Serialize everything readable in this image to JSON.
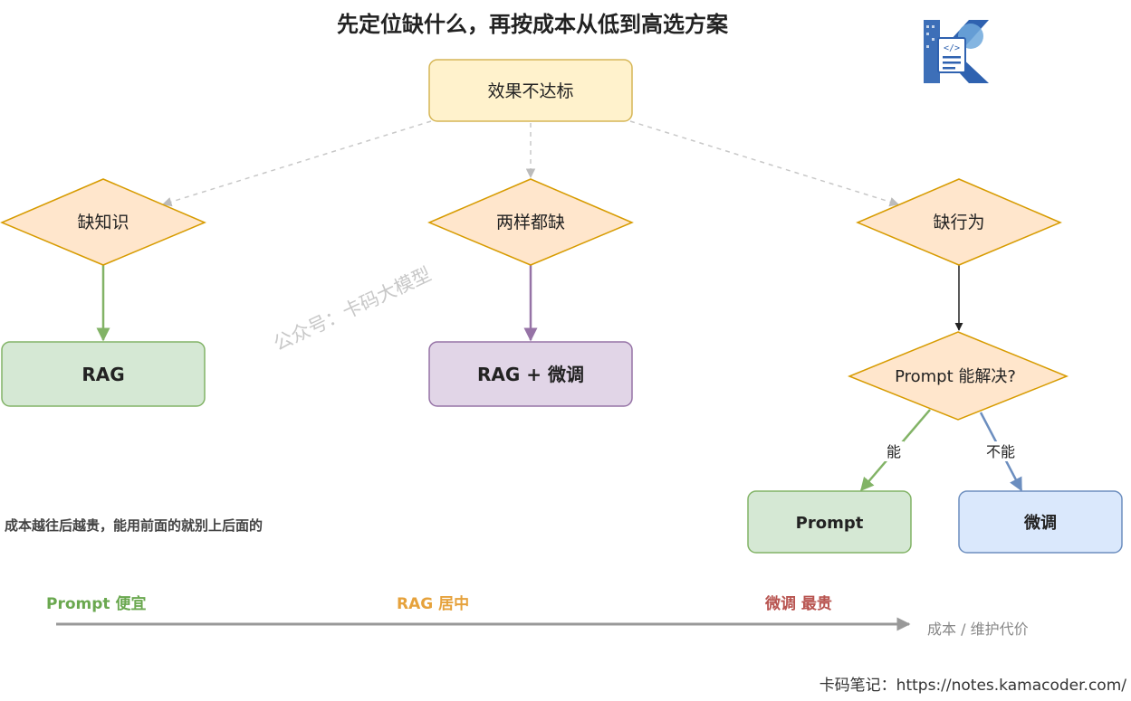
{
  "title": "先定位缺什么，再按成本从低到高选方案",
  "watermark": "公众号：卡码大模型",
  "nodes": {
    "root": "效果不达标",
    "lack_knowledge": "缺知识",
    "lack_both": "两样都缺",
    "lack_behavior": "缺行为",
    "rag": "RAG",
    "rag_finetune": "RAG + 微调",
    "prompt_question": "Prompt 能解决?",
    "prompt": "Prompt",
    "finetune": "微调"
  },
  "edges": {
    "yes": "能",
    "no": "不能"
  },
  "note": "成本越往后越贵，能用前面的就别上后面的",
  "cost_scale": {
    "low": "Prompt 便宜",
    "mid": "RAG 居中",
    "high": "微调 最贵",
    "axis": "成本 / 维护代价"
  },
  "footer": "卡码笔记：https://notes.kamacoder.com/",
  "colors": {
    "yellow_fill": "#fff2cc",
    "yellow_stroke": "#d6b656",
    "orange_fill": "#ffe6cc",
    "orange_stroke": "#d79b00",
    "green_fill": "#d5e8d4",
    "green_stroke": "#82b366",
    "purple_fill": "#e1d5e7",
    "purple_stroke": "#9673a6",
    "blue_fill": "#dae8fc",
    "blue_stroke": "#6c8ebf",
    "green_text": "#6aa84f",
    "orange_text": "#e6a23c",
    "red_text": "#b85450"
  }
}
